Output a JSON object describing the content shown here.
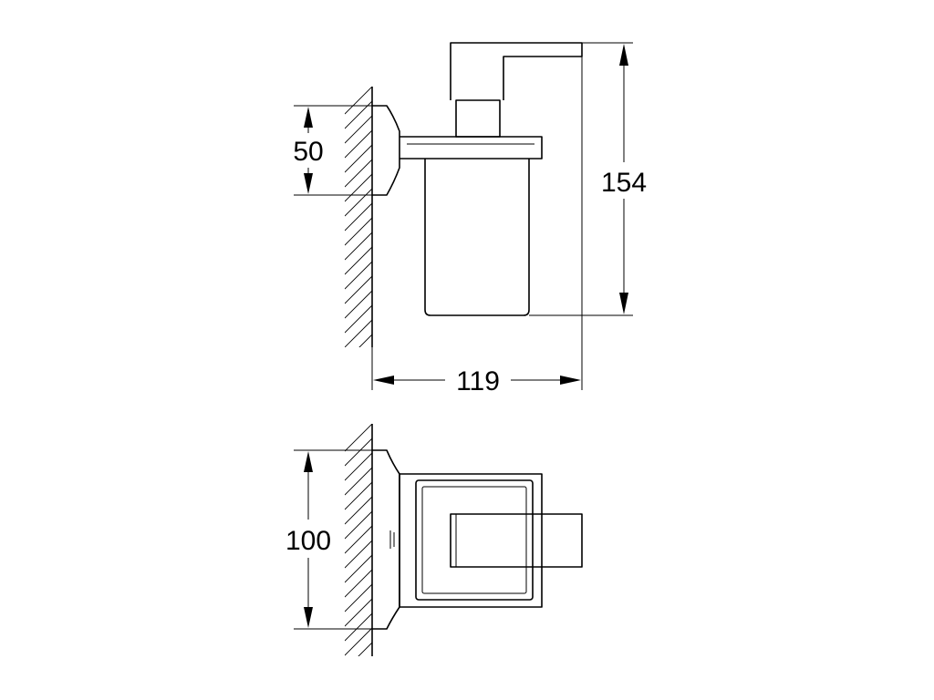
{
  "dimensions": {
    "bracket_height": "50",
    "total_height": "154",
    "projection": "119",
    "plate_height": "100"
  },
  "colors": {
    "line": "#000000",
    "background": "#ffffff"
  }
}
